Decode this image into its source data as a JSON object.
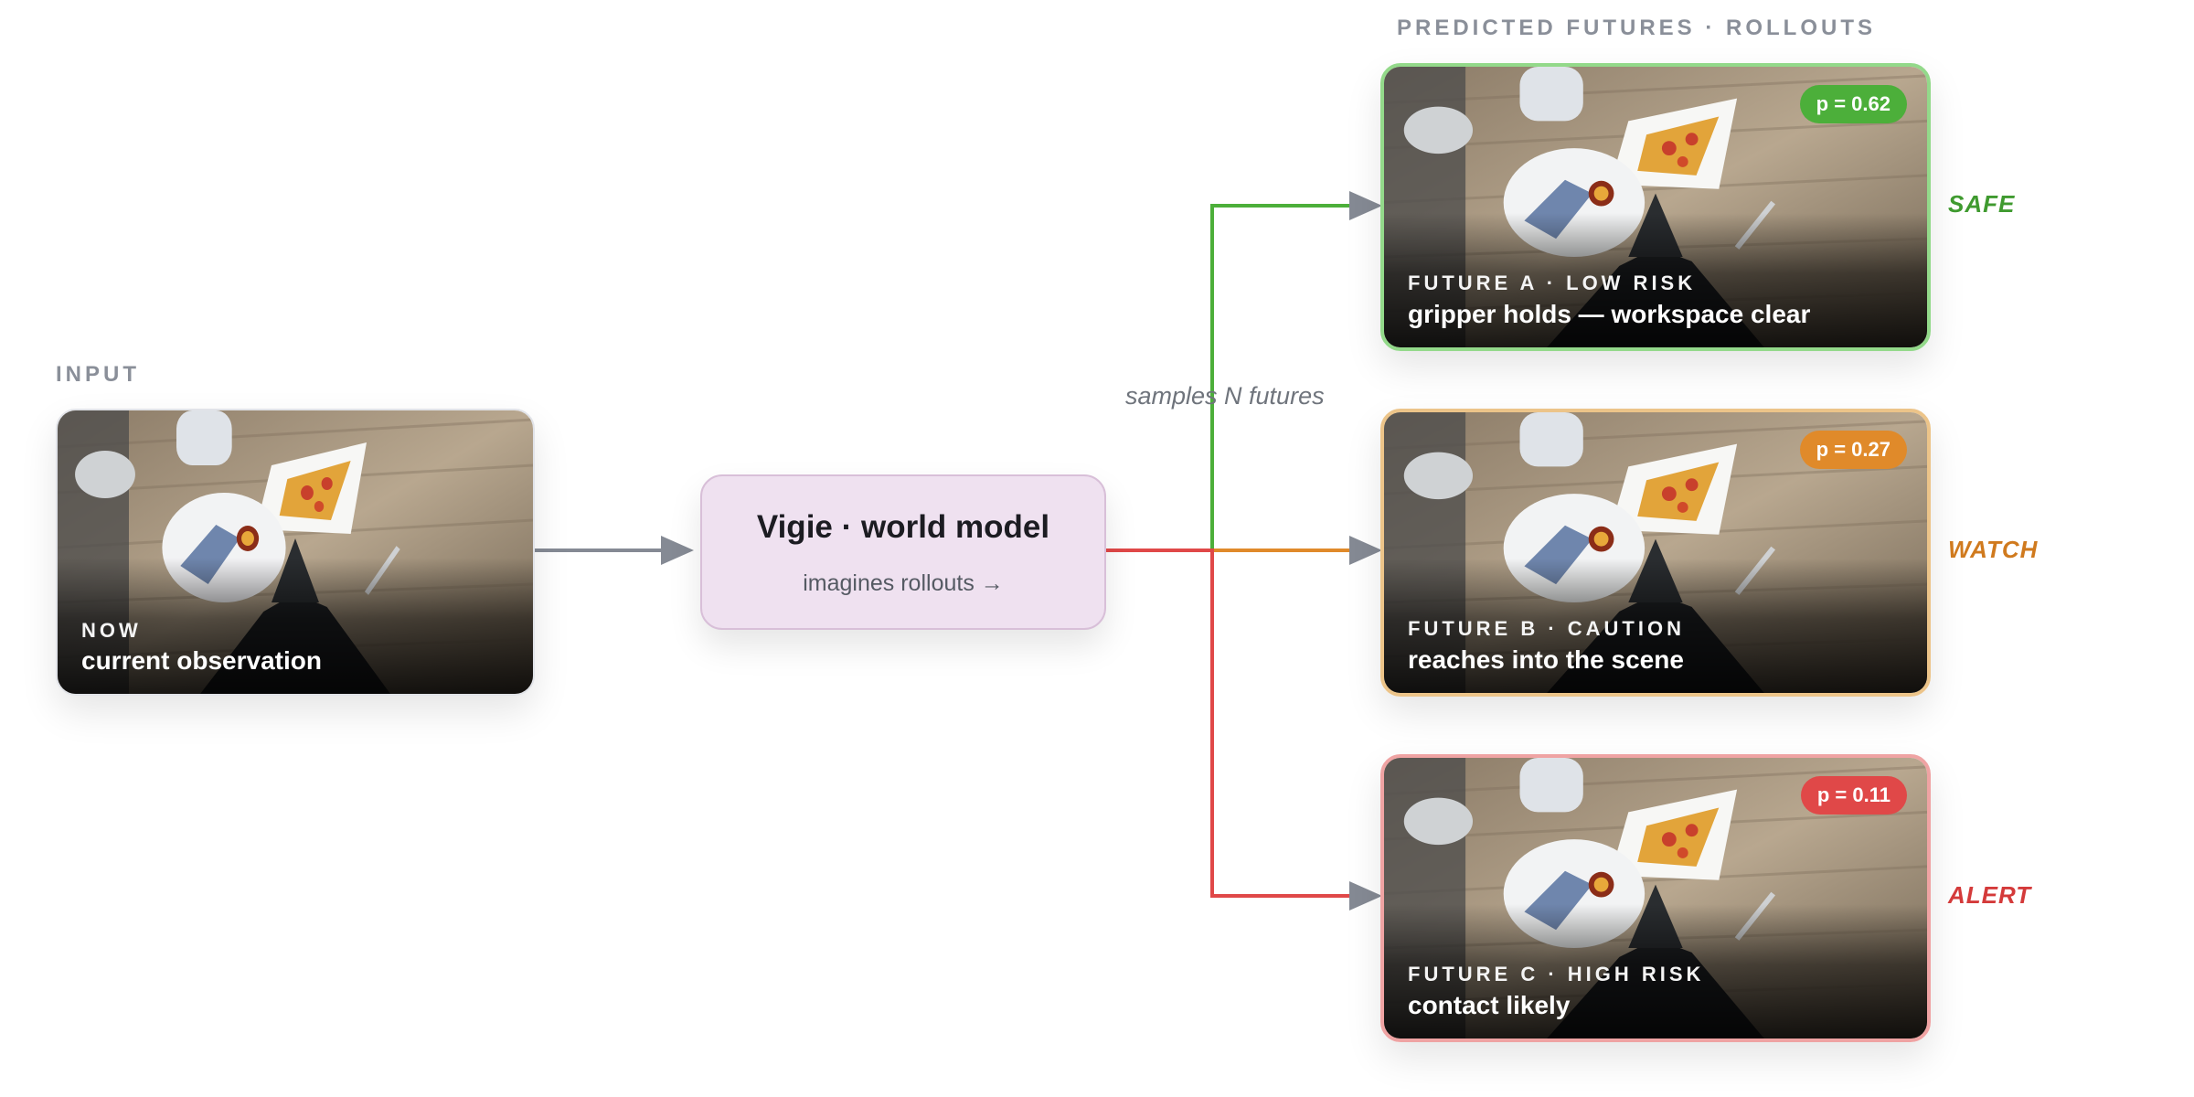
{
  "input": {
    "section_label": "INPUT",
    "kicker": "NOW",
    "title": "current observation"
  },
  "model": {
    "title": "Vigie · world model",
    "subtitle": "imagines rollouts →"
  },
  "branch_note": "samples N futures",
  "futures": {
    "section_label": "PREDICTED FUTURES · ROLLOUTS",
    "items": [
      {
        "kicker": "FUTURE A · LOW RISK",
        "title": "gripper holds — workspace clear",
        "prob": "p = 0.62",
        "status": "SAFE"
      },
      {
        "kicker": "FUTURE B · CAUTION",
        "title": "reaches into the scene",
        "prob": "p = 0.27",
        "status": "WATCH"
      },
      {
        "kicker": "FUTURE C · HIGH RISK",
        "title": "contact likely",
        "prob": "p = 0.11",
        "status": "ALERT"
      }
    ]
  },
  "colors": {
    "safe": "#4caf3a",
    "watch": "#e08a2a",
    "alert": "#e04848",
    "arrow": "#858a94",
    "model_fill": "#efe1f0"
  }
}
